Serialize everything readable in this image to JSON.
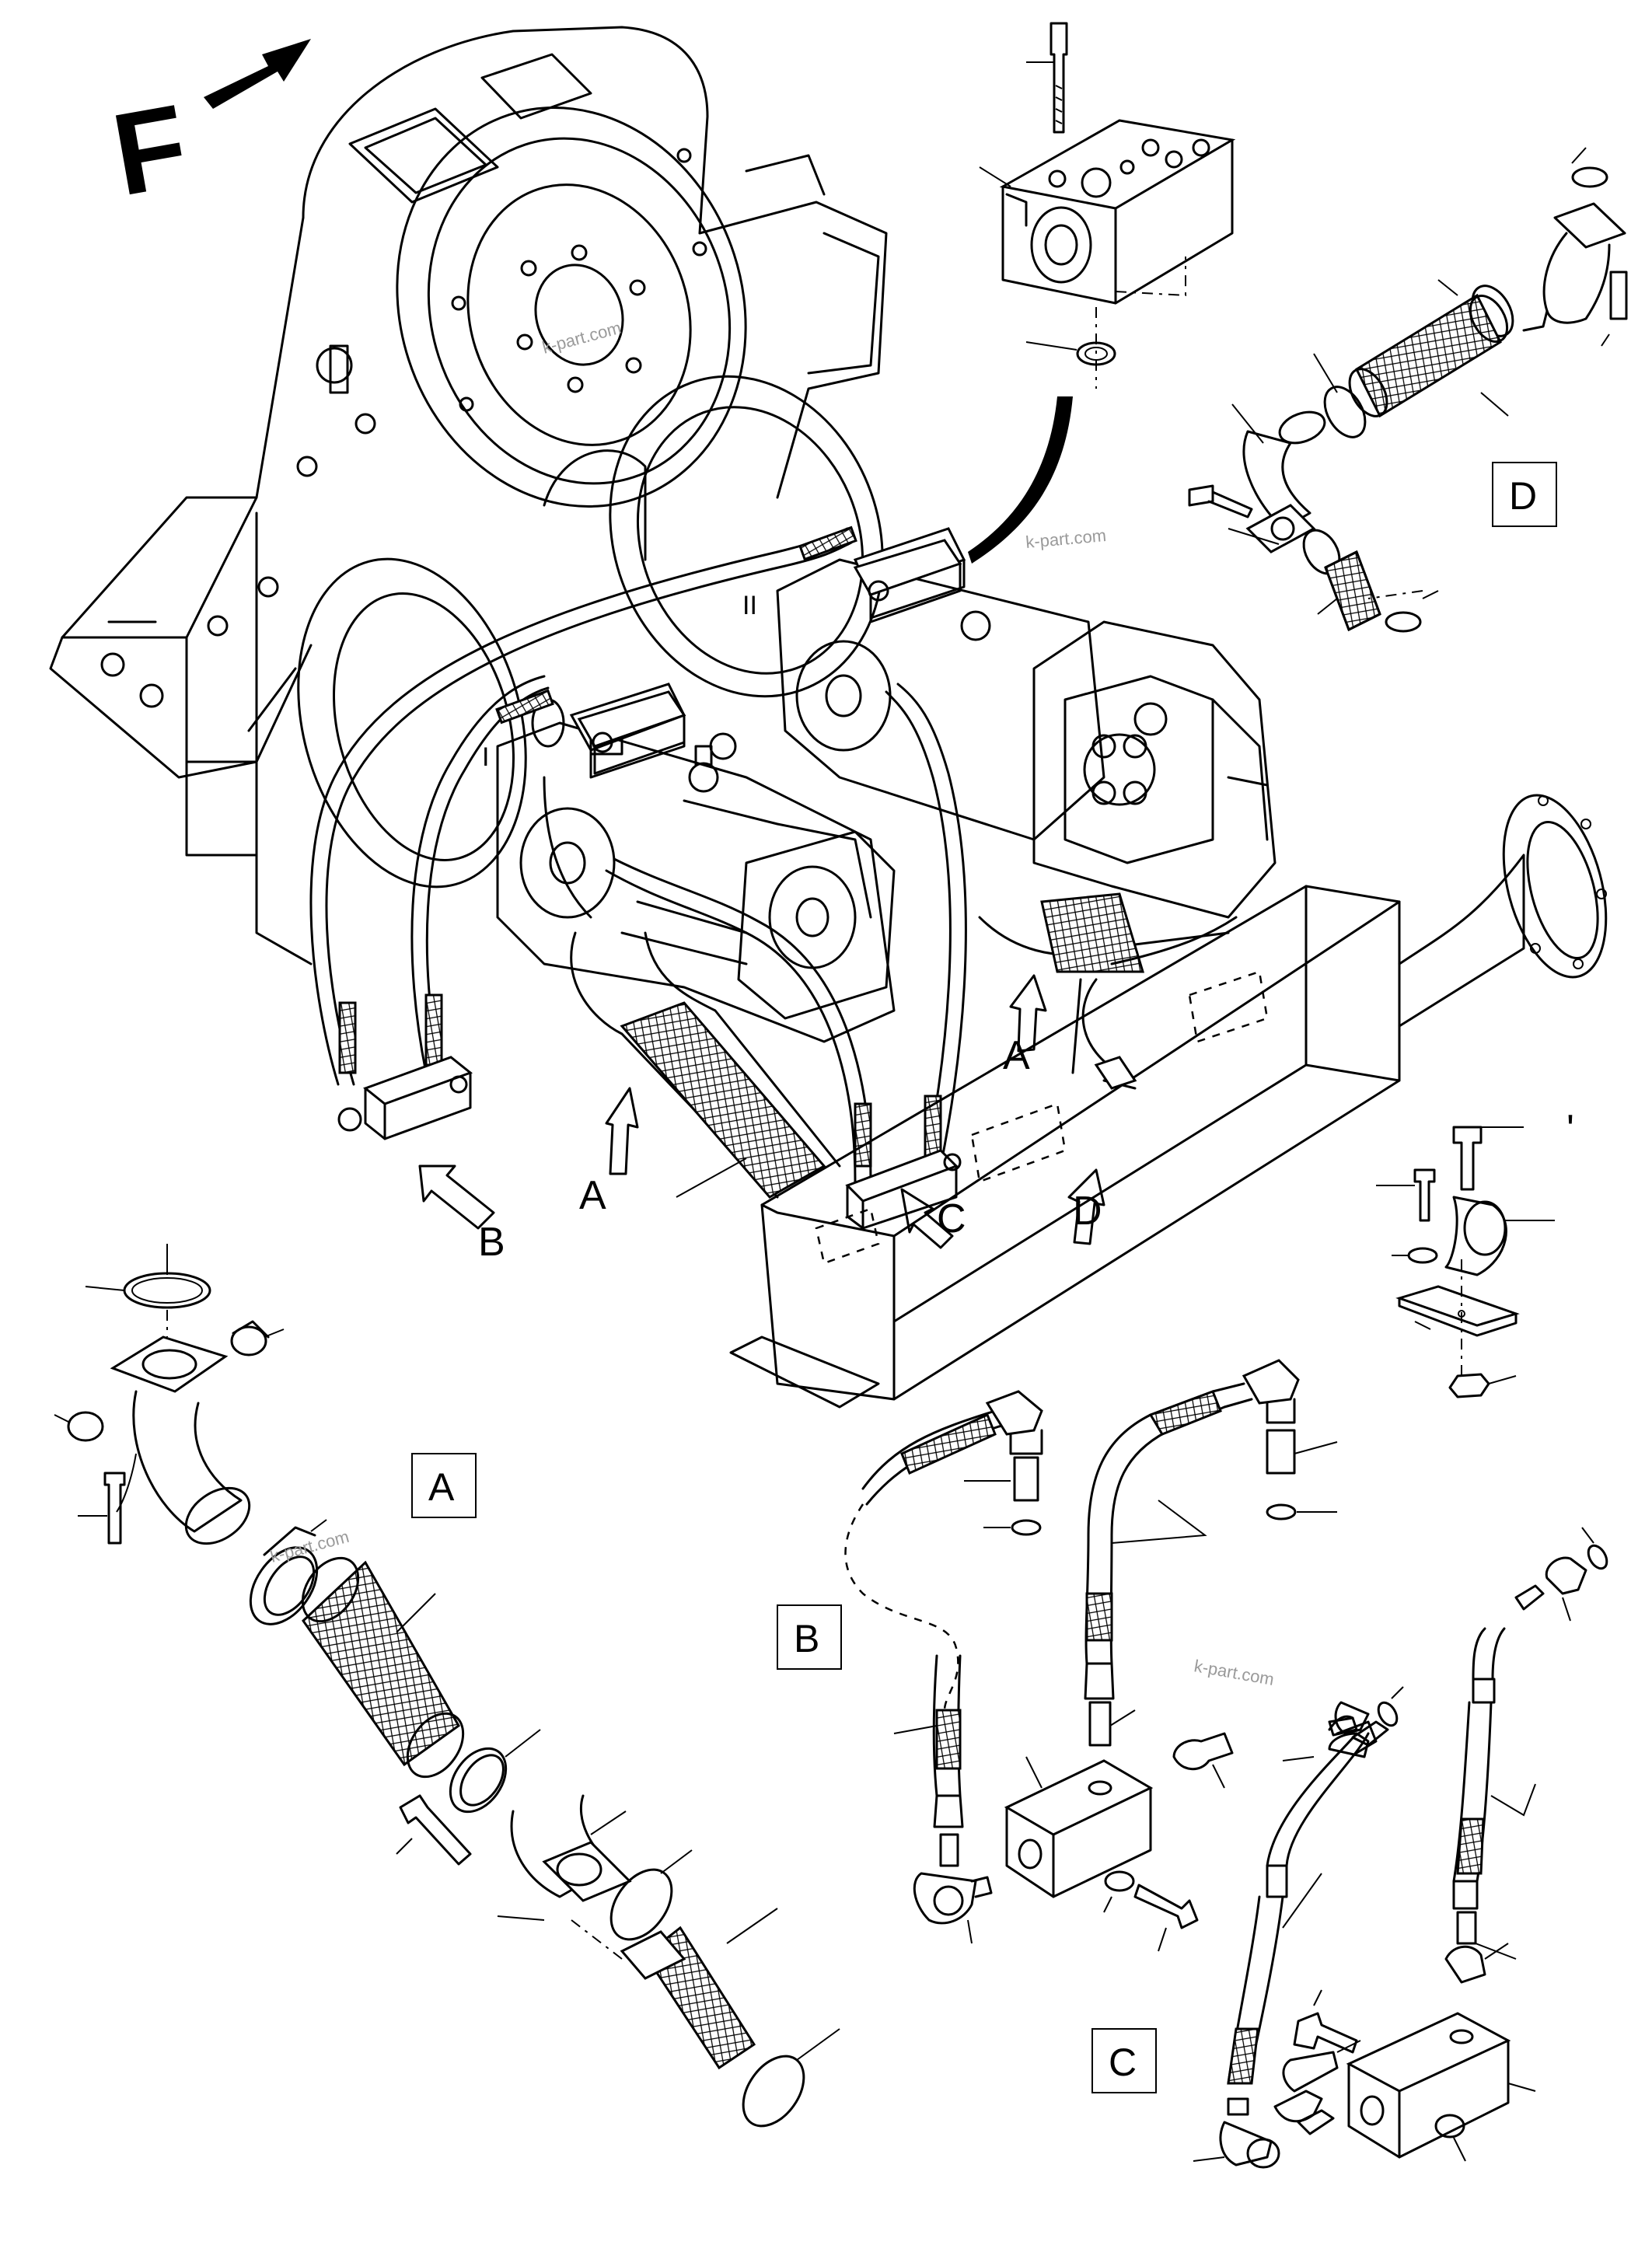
{
  "direction": {
    "letter": "F"
  },
  "callouts": {
    "a1": "A",
    "a2": "A",
    "b": "B",
    "c": "C",
    "d": "D"
  },
  "detail_boxes": {
    "a": "A",
    "b": "B",
    "c": "C",
    "d": "D"
  },
  "pump_marks": {
    "one": "I",
    "two": "II"
  },
  "stray_mark": "'",
  "watermarks": [
    "k-part.com",
    "k-part.com",
    "k-part.com",
    "k-part.com"
  ]
}
